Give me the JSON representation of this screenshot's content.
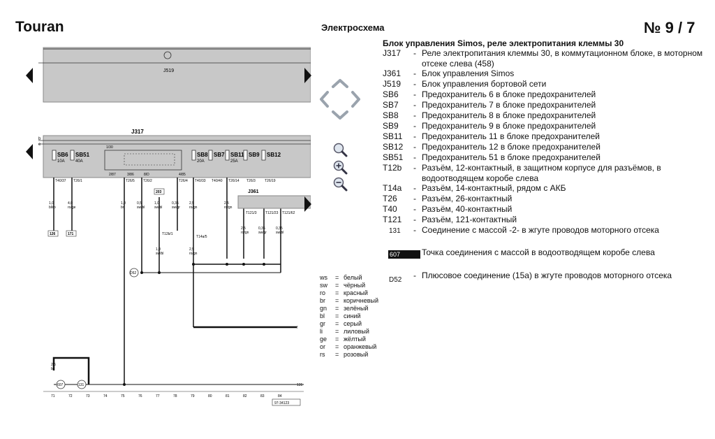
{
  "header": {
    "model": "Touran",
    "doc_type": "Электросхема",
    "page_number": "№  9 / 7"
  },
  "legend": {
    "title": "Блок управления Simos, реле электропитания клеммы 30",
    "items": [
      {
        "code": "J317",
        "text": "Реле электропитания клеммы 30, в коммутационном блоке, в моторном отсеке слева (458)"
      },
      {
        "code": "J361",
        "text": "Блок управления Simos"
      },
      {
        "code": "J519",
        "text": "Блок управления бортовой сети"
      },
      {
        "code": "SB6",
        "text": "Предохранитель 6 в блоке предохранителей"
      },
      {
        "code": "SB7",
        "text": "Предохранитель 7 в блоке предохранителей"
      },
      {
        "code": "SB8",
        "text": "Предохранитель 8 в блоке предохранителей"
      },
      {
        "code": "SB9",
        "text": "Предохранитель 9 в блоке предохранителей"
      },
      {
        "code": "SB11",
        "text": "Предохранитель 11 в блоке предохранителей"
      },
      {
        "code": "SB12",
        "text": "Предохранитель 12 в блоке предохранителей"
      },
      {
        "code": "SB51",
        "text": "Предохранитель 51 в блоке предохранителей"
      },
      {
        "code": "T12b",
        "text": "Разъём, 12-контактный, в защитном корпусе для разъёмов, в водоотводящем коробе слева"
      },
      {
        "code": "T14a",
        "text": "Разъём, 14-контактный, рядом с АКБ"
      },
      {
        "code": "T26",
        "text": "Разъём, 26-контактный"
      },
      {
        "code": "T40",
        "text": "Разъём, 40-контактный"
      },
      {
        "code": "T121",
        "text": "Разъём, 121-контактный"
      },
      {
        "code": "131",
        "text": "Соединение с массой -2- в жгуте проводов моторного отсека"
      },
      {
        "code": "607",
        "text": "Точка соединения с массой в водоотводящем коробе слева"
      },
      {
        "code": "D52",
        "text": "Плюсовое соединение (15a) в жгуте проводов моторного отсека"
      }
    ]
  },
  "wire_colors": [
    {
      "abbr": "ws",
      "name": "белый"
    },
    {
      "abbr": "sw",
      "name": "чёрный"
    },
    {
      "abbr": "ro",
      "name": "красный"
    },
    {
      "abbr": "br",
      "name": "коричневый"
    },
    {
      "abbr": "gn",
      "name": "зелёный"
    },
    {
      "abbr": "bl",
      "name": "синий"
    },
    {
      "abbr": "gr",
      "name": "серый"
    },
    {
      "abbr": "li",
      "name": "лиловый"
    },
    {
      "abbr": "ge",
      "name": "жёлтый"
    },
    {
      "abbr": "or",
      "name": "оранжевый"
    },
    {
      "abbr": "rs",
      "name": "розовый"
    }
  ],
  "color_eq": "=",
  "legend_dash": "-",
  "diagram": {
    "j519_label": "J519",
    "j317_label": "J317",
    "j361_label": "J361",
    "fuses": [
      {
        "label": "SB6",
        "rating": "10A"
      },
      {
        "label": "SB51",
        "rating": "40A"
      },
      {
        "label": "SB8",
        "rating": "20A"
      },
      {
        "label": "SB7",
        "rating": ""
      },
      {
        "label": "SB11",
        "rating": "25A"
      },
      {
        "label": "SB9",
        "rating": ""
      },
      {
        "label": "SB12",
        "rating": ""
      }
    ],
    "relay_pins": [
      "1/30",
      "2/87",
      "3/86",
      "8/D",
      "4/85"
    ],
    "connectors": [
      "T40/37",
      "T26/1",
      "T26/5",
      "T26/2",
      "T26/4",
      "T40/33",
      "T40/40",
      "T26/14",
      "T26/3",
      "T26/19",
      "T121/3",
      "T121/23",
      "T121/62",
      "T12b/1",
      "T14a/5"
    ],
    "wires": [
      {
        "gauge": "1,0",
        "color": "bl/ro"
      },
      {
        "gauge": "4,0",
        "color": "ro/ge"
      },
      {
        "gauge": "1,0",
        "color": "br"
      },
      {
        "gauge": "0,5",
        "color": "sw/bl"
      },
      {
        "gauge": "1,0",
        "color": "sw/bl"
      },
      {
        "gauge": "0,35",
        "color": "sw/gr"
      },
      {
        "gauge": "2,5",
        "color": "ro/gn"
      },
      {
        "gauge": "2,5",
        "color": "ro/gn"
      },
      {
        "gauge": "1,0",
        "color": "sw/bl"
      },
      {
        "gauge": "2,5",
        "color": "ro/gn"
      },
      {
        "gauge": "2,5",
        "color": "ro/gn"
      },
      {
        "gauge": "0,35",
        "color": "sw/gr"
      },
      {
        "gauge": "0,35",
        "color": "sw/bl"
      },
      {
        "gauge": "2,5",
        "color": "br"
      }
    ],
    "refs": [
      "126",
      "171",
      "203",
      "D52",
      "607",
      "131"
    ],
    "ground_label": "131",
    "f_label": "f",
    "track_numbers": [
      "71",
      "72",
      "73",
      "74",
      "75",
      "76",
      "77",
      "78",
      "79",
      "80",
      "81",
      "82",
      "83",
      "84"
    ],
    "doc_code": "97-34123"
  },
  "controls": {
    "prev_label": "◀",
    "next_label": "▶",
    "zoom_in": "+",
    "zoom_out": "−"
  }
}
